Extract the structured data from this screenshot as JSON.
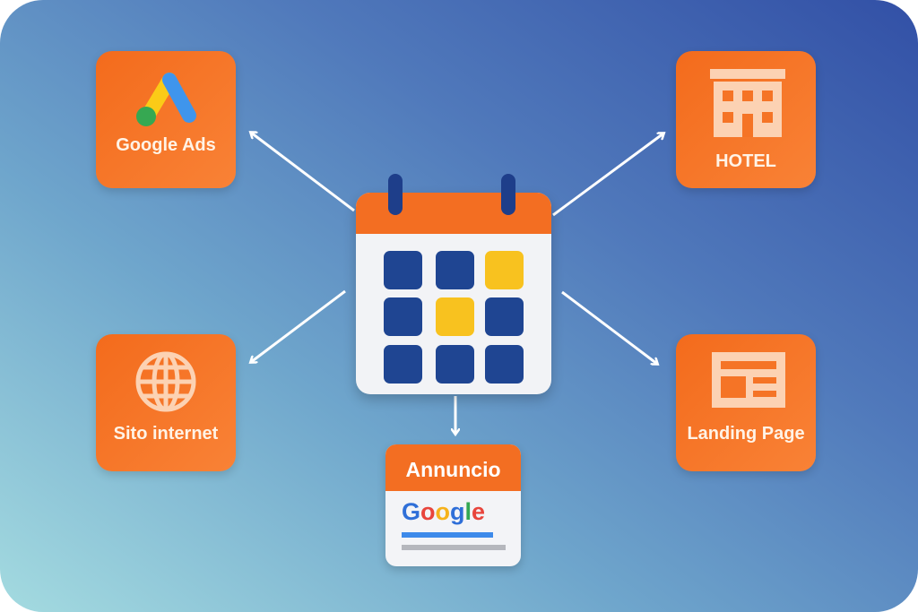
{
  "nodes": {
    "google_ads": {
      "label": "Google Ads",
      "icon": "google-ads-logo-icon"
    },
    "hotel": {
      "label": "HOTEL",
      "icon": "hotel-building-icon"
    },
    "website": {
      "label": "Sito internet",
      "icon": "globe-icon"
    },
    "landing": {
      "label": "Landing Page",
      "icon": "landing-page-layout-icon"
    },
    "ad": {
      "label": "Annuncio",
      "brand": "Google"
    }
  },
  "center": {
    "icon": "calendar-icon"
  },
  "colors": {
    "orange": "#f36e22",
    "navy": "#1f4592",
    "yellow": "#f8c21f",
    "bg_start": "#a4dbe0",
    "bg_end": "#3250a6"
  }
}
